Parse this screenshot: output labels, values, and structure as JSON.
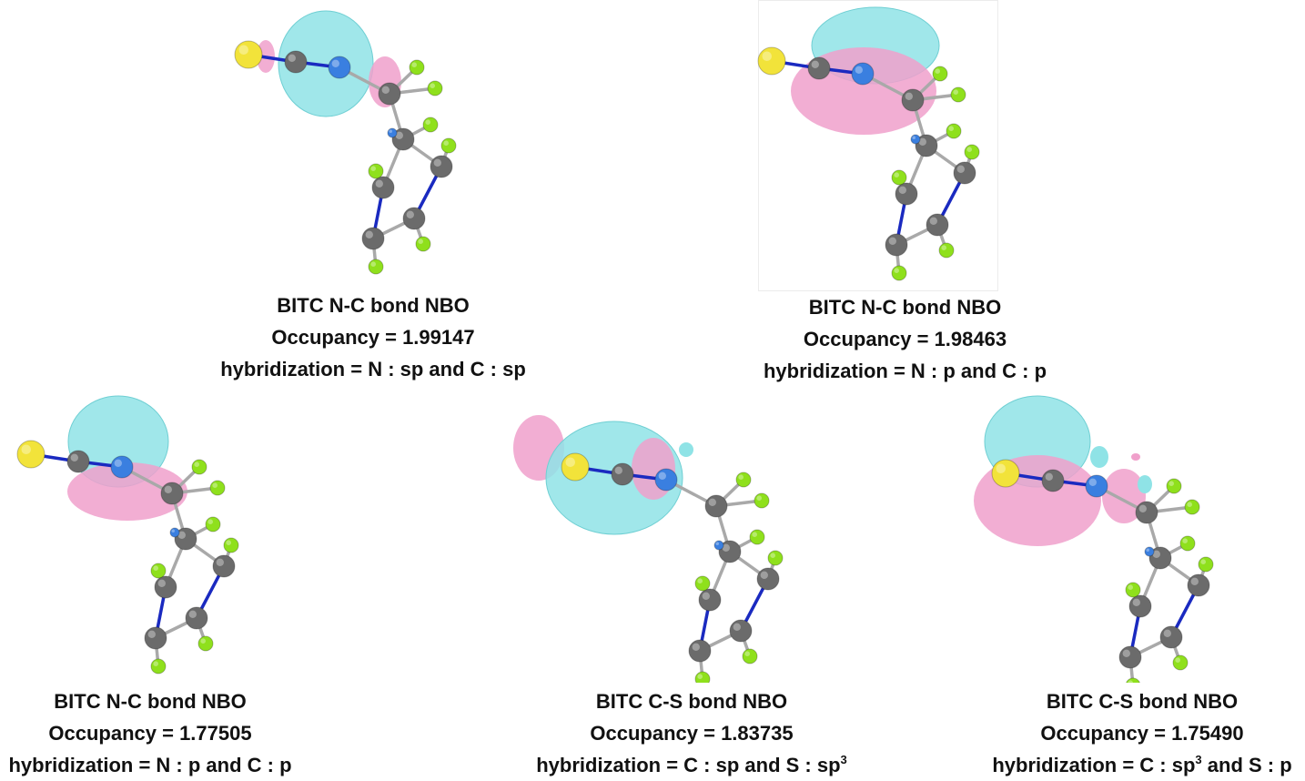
{
  "panels": [
    {
      "title": "BITC N-C bond NBO",
      "occupancy": "Occupancy = 1.99147",
      "hyb_pre": "hybridization = N : sp and C : sp",
      "hyb_sup1": "",
      "hyb_mid": "",
      "hyb_sup2": ""
    },
    {
      "title": "BITC N-C bond NBO",
      "occupancy": "Occupancy = 1.98463",
      "hyb_pre": "hybridization = N : p and C : p",
      "hyb_sup1": "",
      "hyb_mid": "",
      "hyb_sup2": ""
    },
    {
      "title": "BITC N-C bond NBO",
      "occupancy": "Occupancy = 1.77505",
      "hyb_pre": "hybridization = N : p and C : p",
      "hyb_sup1": "",
      "hyb_mid": "",
      "hyb_sup2": ""
    },
    {
      "title": "BITC C-S bond NBO",
      "occupancy": "Occupancy = 1.83735",
      "hyb_pre": "hybridization = C : sp and S : sp",
      "hyb_sup1": "3",
      "hyb_mid": "",
      "hyb_sup2": ""
    },
    {
      "title": "BITC C-S bond NBO",
      "occupancy": "Occupancy = 1.75490",
      "hyb_pre": "hybridization = C : sp",
      "hyb_sup1": "3",
      "hyb_mid": " and S : p",
      "hyb_sup2": ""
    }
  ],
  "colors": {
    "lobe_positive": "#8fe3e6",
    "lobe_negative": "#f0a0cb",
    "sulfur": "#f2e33a",
    "carbon": "#6b6b6b",
    "nitrogen": "#3a7fe0",
    "fluorine": "#8fe01c",
    "bond": "#a9a9a9",
    "bond_n": "#1a2ac0"
  }
}
